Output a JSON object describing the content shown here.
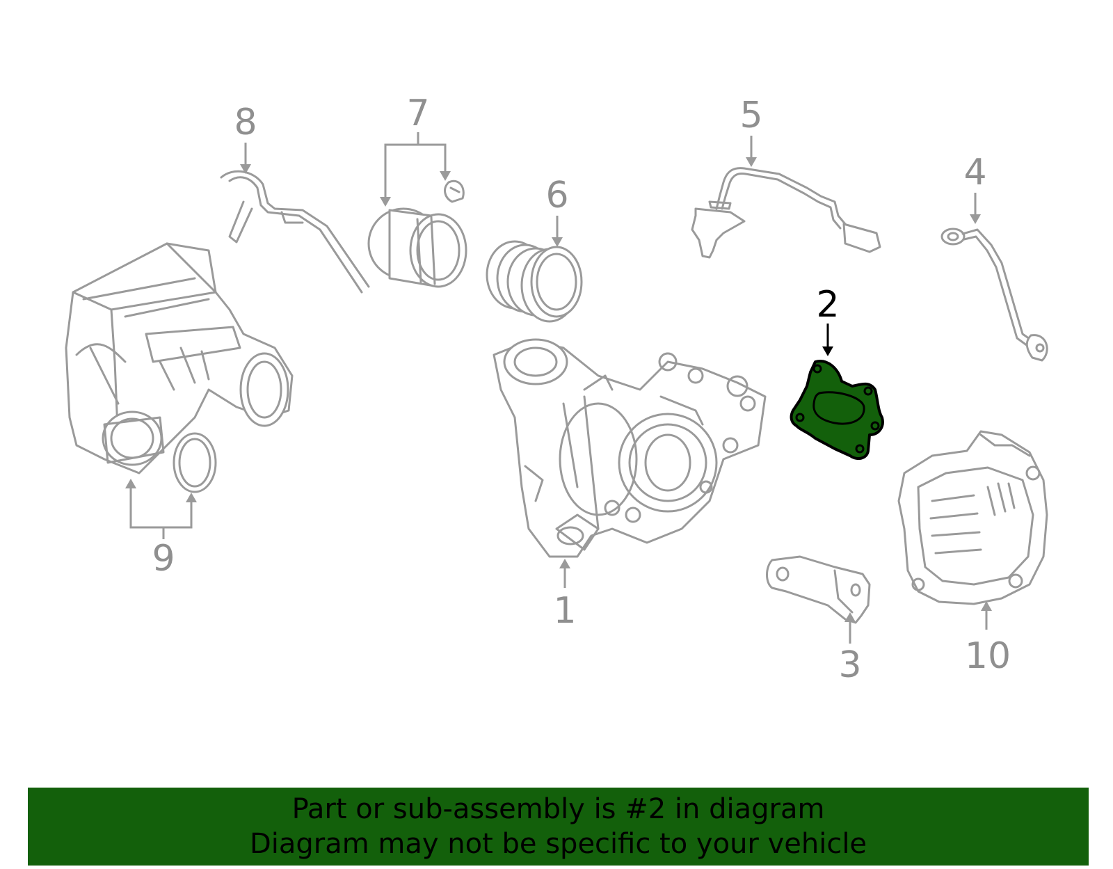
{
  "callouts": {
    "c1": "1",
    "c2": "2",
    "c3": "3",
    "c4": "4",
    "c5": "5",
    "c6": "6",
    "c7": "7",
    "c8": "8",
    "c9": "9",
    "c10": "10"
  },
  "highlight": {
    "part": "2",
    "color": "#13600b"
  },
  "colors": {
    "line": "#9a9a9a",
    "label": "#8f8f8f",
    "banner": "#13600b"
  },
  "banner": {
    "line1": "Part or sub-assembly is #2 in diagram",
    "line2": "Diagram may not be specific to your vehicle"
  }
}
